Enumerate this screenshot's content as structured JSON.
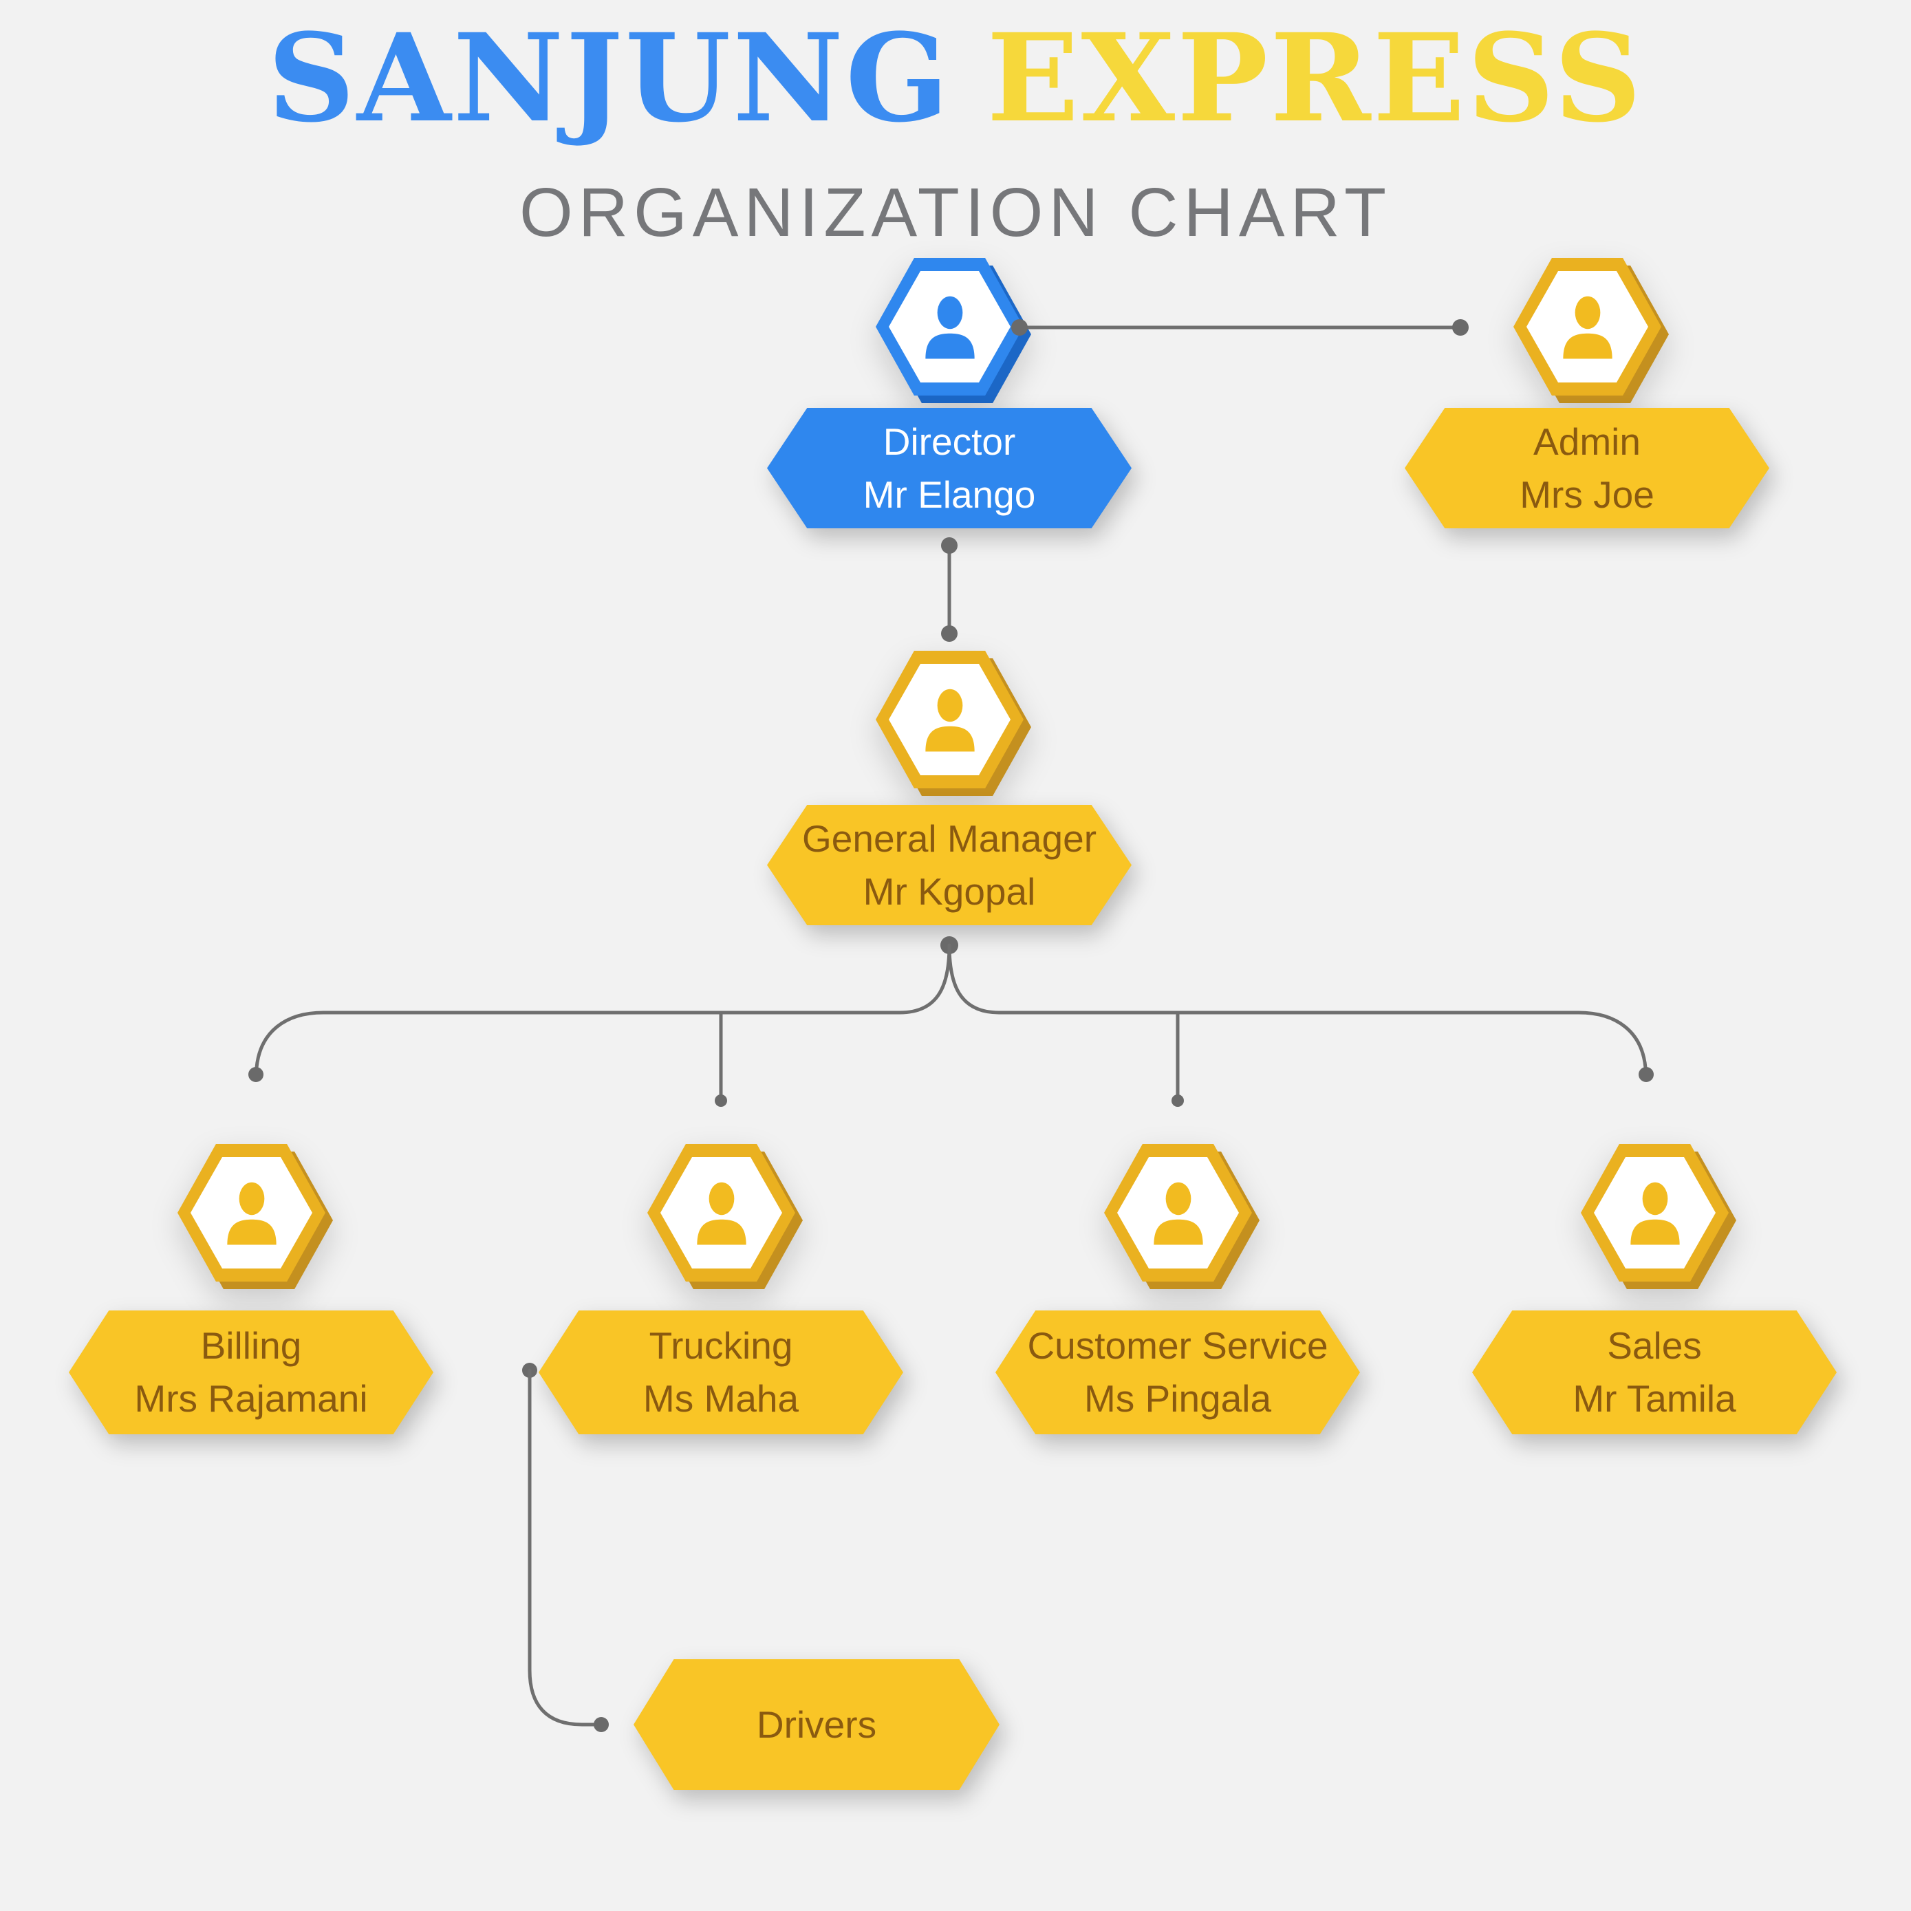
{
  "title": {
    "brand_primary": "SANJUNG",
    "brand_secondary": "EXPRESS",
    "subtitle": "ORGANIZATION CHART"
  },
  "org": {
    "nodes": [
      {
        "id": "director",
        "role": "Director",
        "person": "Mr Elango",
        "style": "blue"
      },
      {
        "id": "admin",
        "role": "Admin",
        "person": "Mrs Joe",
        "style": "yellow"
      },
      {
        "id": "general-manager",
        "role": "General Manager",
        "person": "Mr Kgopal",
        "style": "yellow"
      },
      {
        "id": "billing",
        "role": "Billing",
        "person": "Mrs Rajamani",
        "style": "yellow"
      },
      {
        "id": "trucking",
        "role": "Trucking",
        "person": "Ms Maha",
        "style": "yellow"
      },
      {
        "id": "customer-service",
        "role": "Customer Service",
        "person": "Ms Pingala",
        "style": "yellow"
      },
      {
        "id": "sales",
        "role": "Sales",
        "person": "Mr Tamila",
        "style": "yellow"
      },
      {
        "id": "drivers",
        "role": "Drivers",
        "style": "yellow"
      }
    ],
    "edges": [
      {
        "from": "director",
        "to": "admin"
      },
      {
        "from": "director",
        "to": "general-manager"
      },
      {
        "from": "general-manager",
        "to": "billing"
      },
      {
        "from": "general-manager",
        "to": "trucking"
      },
      {
        "from": "general-manager",
        "to": "customer-service"
      },
      {
        "from": "general-manager",
        "to": "sales"
      },
      {
        "from": "trucking",
        "to": "drivers"
      }
    ]
  },
  "colors": {
    "background": "#f2f2f2",
    "title_blue": "#3b8cf1",
    "title_yellow": "#f6d83b",
    "subtitle_gray": "#76777a",
    "node_blue": "#2f87ee",
    "node_blue_shade": "#1c67c6",
    "plate_yellow": "#f9c526",
    "hex_yellow": "#eab120",
    "hex_yellow_shade": "#c4901f",
    "text_on_yellow": "#8a5a10",
    "text_on_blue": "#ffffff",
    "connector_gray": "#6f6f6f"
  }
}
